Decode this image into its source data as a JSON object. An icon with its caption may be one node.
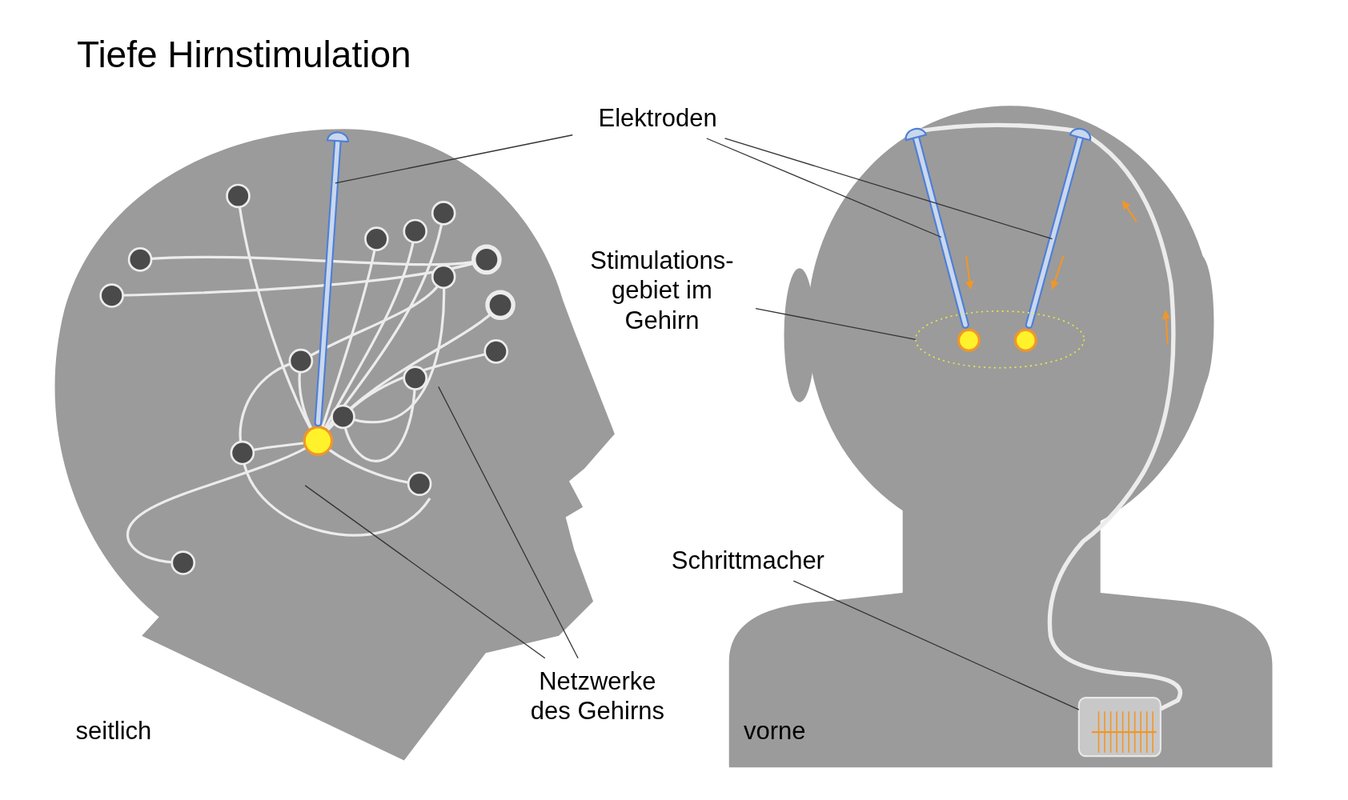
{
  "diagram": {
    "title": "Tiefe Hirnstimulation",
    "nodes": [
      {
        "text": [
          "Elektroden"
        ]
      },
      {
        "text": [],
        "shape": "bar"
      },
      {
        "text": [],
        "shape": "bar"
      },
      {
        "text": [],
        "shape": "bar"
      },
      {
        "text": [
          "Stimulations- gebiet im Gehirn"
        ]
      },
      {
        "text": [],
        "shape": "circle"
      },
      {
        "text": [
          "Netzwerke des Gehirns"
        ]
      },
      {
        "text": [
          "Schrittmacher"
        ]
      },
      {
        "text": [],
        "shape": "box"
      }
    ],
    "edges": [
      {
        "from": 0,
        "to": 1,
        "arrow": "none"
      },
      {
        "from": 0,
        "to": 2,
        "arrow": "none"
      },
      {
        "from": 0,
        "to": 3,
        "arrow": "none"
      },
      {
        "from": 4,
        "to": 5,
        "arrow": "none"
      },
      {
        "from": 6,
        "to": null,
        "arrow": "none"
      },
      {
        "from": 6,
        "to": null,
        "arrow": "none"
      },
      {
        "from": 7,
        "to": 8,
        "arrow": "none"
      },
      {
        "from": 2,
        "to": 3,
        "arrow": "none",
        "style": "thick",
        "color": "#ececec"
      },
      {
        "from": 3,
        "to": 8,
        "arrow": "none",
        "style": "thick",
        "color": "#ececec"
      }
    ],
    "labels": [
      "seitlich",
      "vorne"
    ]
  }
}
